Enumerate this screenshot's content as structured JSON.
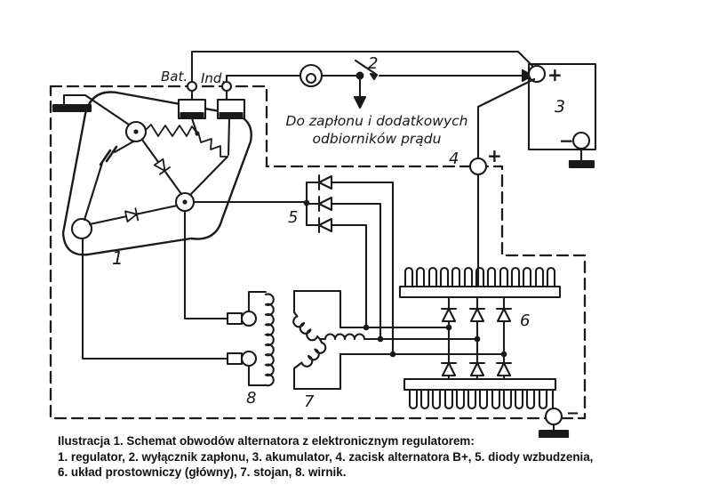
{
  "figure": {
    "labels": {
      "bat": "Bat.",
      "ind": "Ind.",
      "n1": "1",
      "n2": "2",
      "n3": "3",
      "n4": "4",
      "n5": "5",
      "n6": "6",
      "n7": "7",
      "n8": "8",
      "battery_plus": "+",
      "battery_minus": "−",
      "terminal4_plus": "+",
      "ground_minus": "−"
    },
    "annotation": {
      "line1": "Do zapłonu i dodatkowych",
      "line2": "odbiorników prądu"
    },
    "caption": {
      "line1": "Ilustracja 1. Schemat obwodów alternatora z elektronicznym regulatorem:",
      "line2": "1. regulator, 2. wyłącznik zapłonu, 3. akumulator, 4. zacisk alternatora B+, 5. diody wzbudzenia,",
      "line3": "6. układ prostowniczy (główny), 7. stojan, 8. wirnik."
    },
    "colors": {
      "ink": "#1a1a1a",
      "paper": "#ffffff"
    }
  }
}
